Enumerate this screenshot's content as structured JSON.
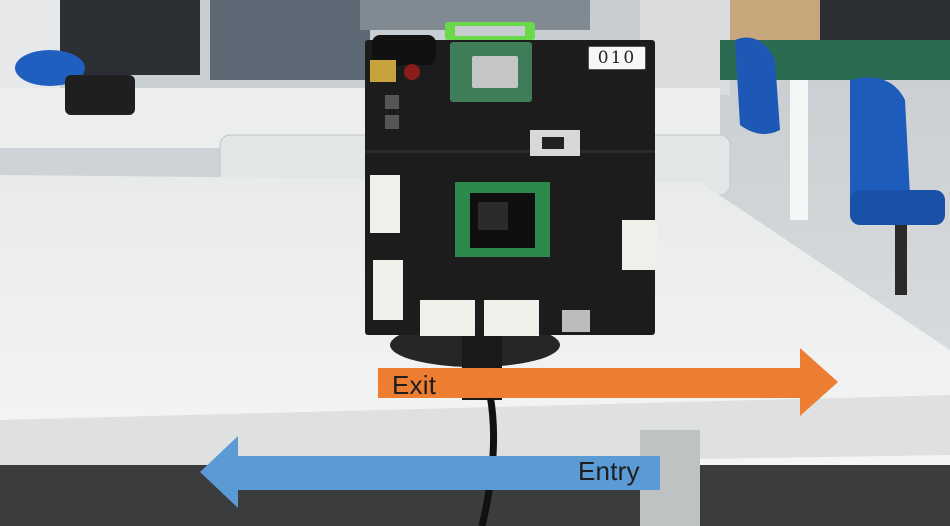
{
  "board": {
    "id_label": "010"
  },
  "arrows": {
    "exit": {
      "label": "Exit",
      "color": "#ED7D31"
    },
    "entry": {
      "label": "Entry",
      "color": "#5B9BD5"
    }
  },
  "colors": {
    "table": "#f1f2f2",
    "pcb": "#1c1c1c",
    "connector": "#f0efea",
    "chair": "#1f5fc0"
  }
}
